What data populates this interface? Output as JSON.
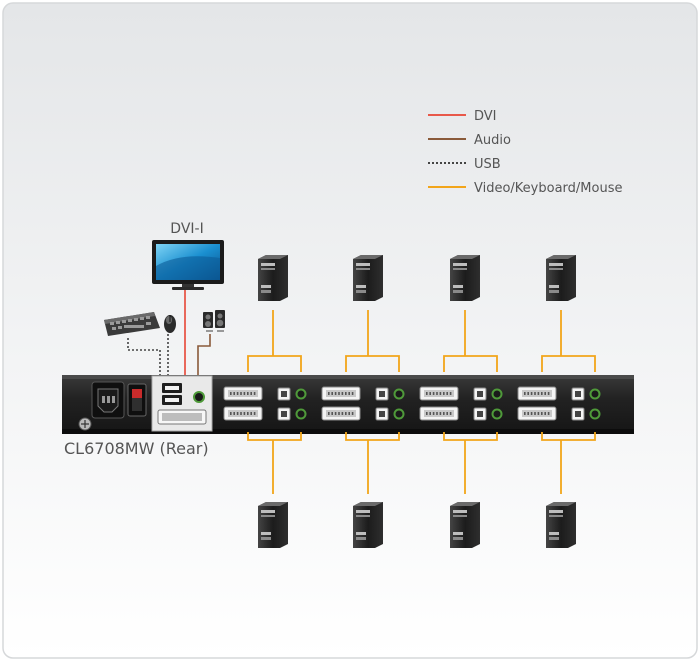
{
  "legend": {
    "items": [
      {
        "label": "DVI",
        "color": "#e8584a",
        "style": "solid"
      },
      {
        "label": "Audio",
        "color": "#8a5a3a",
        "style": "solid"
      },
      {
        "label": "USB",
        "color": "#444444",
        "style": "dotted"
      },
      {
        "label": "Video/Keyboard/Mouse",
        "color": "#f2a51a",
        "style": "solid"
      }
    ]
  },
  "monitor_label": "DVI-I",
  "device_label": "CL6708MW (Rear)",
  "icons": {
    "monitor": "monitor-icon",
    "keyboard": "keyboard-icon",
    "mouse": "mouse-icon",
    "speakers": "speakers-icon",
    "computer": "tower-computer-icon",
    "power": "power-socket-icon",
    "switch": "power-switch-icon"
  },
  "colors": {
    "background_top": "#e6e8ea",
    "device_body": "#262626",
    "console_panel": "#e8e8e8",
    "vkm_line": "#f2a51a",
    "dvi_line": "#e8584a",
    "audio_line": "#8a5a3a"
  }
}
